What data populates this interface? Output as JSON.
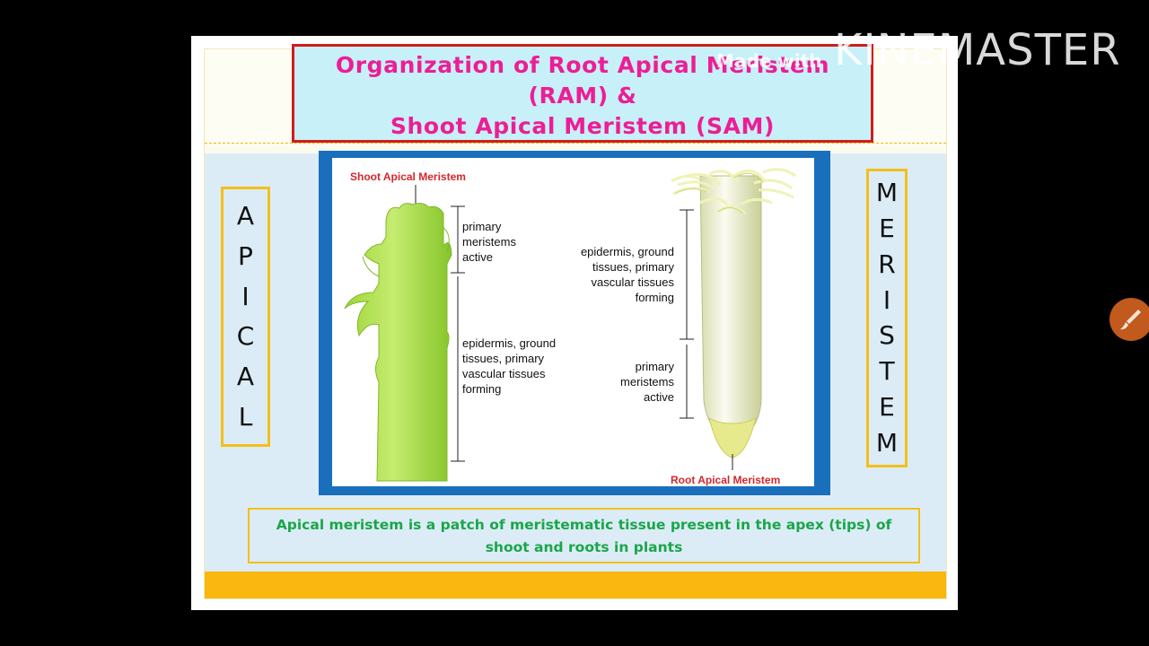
{
  "title": {
    "line1": "Organization of Root Apical Meristem",
    "line2": "(RAM) &",
    "line3": "Shoot Apical Meristem (SAM)"
  },
  "left_side_letters": [
    "A",
    "P",
    "I",
    "C",
    "A",
    "L"
  ],
  "right_side_letters": [
    "M",
    "E",
    "R",
    "I",
    "S",
    "T",
    "E",
    "M"
  ],
  "diagram": {
    "shoot_title": "Shoot Apical Meristem",
    "shoot_label_top": "primary\nmeristems\nactive",
    "shoot_label_bottom": "epidermis, ground\ntissues, primary\nvascular tissues\nforming",
    "root_label_top": "epidermis, ground\ntissues, primary\nvascular tissues\nforming",
    "root_label_bottom": "primary\nmeristems\nactive",
    "root_title": "Root Apical Meristem"
  },
  "note": {
    "line1": "Apical meristem is a patch of meristematic tissue present in the apex (tips) of",
    "line2": "shoot and roots in plants"
  },
  "watermark": {
    "made_with": "Made with",
    "brand": "KINEMASTER"
  },
  "colors": {
    "title_text": "#ec1e96",
    "title_border": "#d11c1c",
    "note_text": "#1aa64a",
    "frame_blue": "#1a6fbd",
    "accent_yellow": "#f9b70f"
  },
  "icons": [
    "paint-brush-icon"
  ]
}
